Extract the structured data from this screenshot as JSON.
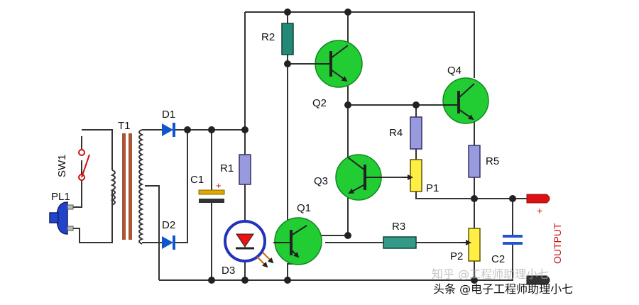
{
  "labels": {
    "t1": "T1",
    "sw1": "SW1",
    "pl1": "PL1",
    "d1": "D1",
    "d2": "D2",
    "c1": "C1",
    "r1": "R1",
    "d3": "D3",
    "r2": "R2",
    "q1": "Q1",
    "q2": "Q2",
    "q3": "Q3",
    "q4": "Q4",
    "r3": "R3",
    "r4": "R4",
    "r5": "R5",
    "p1": "P1",
    "p2": "P2",
    "c2": "C2",
    "plus_c1": "+",
    "plus_out": "+",
    "output": "OUTPUT"
  },
  "watermark": {
    "line1": "知乎 @工程师助理小七",
    "line2": "头条 @电子工程师助理小七"
  },
  "colors": {
    "wire": "#333333",
    "transistor": "#22cc33",
    "resistor": "#9999dd",
    "resistor_r3": "#339988",
    "resistor_r2": "#228877",
    "potentiometer": "#ffee44",
    "diode": "#1155cc",
    "transformer_core": "#aa5533",
    "led_ring": "#2233bb",
    "led_body": "#ee1111",
    "output_terminal": "#dd1111",
    "plug": "#2244cc",
    "capacitor_c1": "#ddaa00",
    "capacitor_c2": "#2255cc"
  },
  "icons": {
    "transistor": "npn-transistor-icon",
    "diode": "diode-icon",
    "led": "led-icon",
    "switch": "switch-icon",
    "plug": "plug-icon",
    "transformer": "transformer-icon"
  }
}
